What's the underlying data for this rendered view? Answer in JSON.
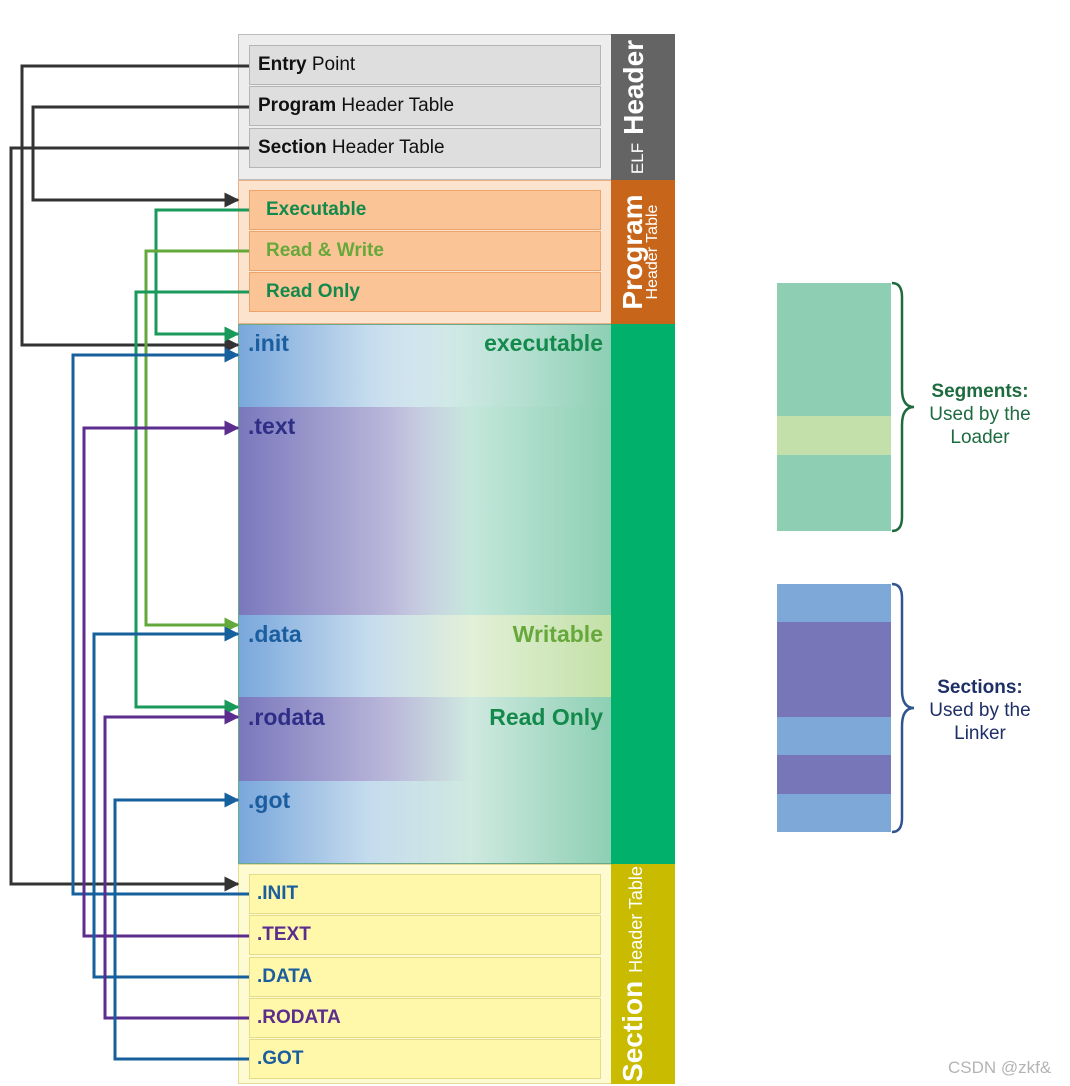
{
  "elf_header": {
    "side_small": "ELF",
    "side_big": "Header",
    "rows": [
      {
        "bold": "Entry",
        "rest": " Point"
      },
      {
        "bold": "Program",
        "rest": " Header Table"
      },
      {
        "bold": "Section",
        "rest": " Header Table"
      }
    ]
  },
  "program_header": {
    "side_big": "Program",
    "side_small": "Header Table",
    "rows": [
      {
        "label": "Executable",
        "color": "#138a4c"
      },
      {
        "label": "Read & Write",
        "color": "#67a83a"
      },
      {
        "label": "Read Only",
        "color": "#138a4c"
      }
    ]
  },
  "sections": {
    "init": ".init",
    "text": ".text",
    "data": ".data",
    "rodata": ".rodata",
    "got": ".got",
    "perm_executable": "executable",
    "perm_writable": "Writable",
    "perm_readonly": "Read Only"
  },
  "section_header": {
    "side_big": "Section",
    "side_small": "Header Table",
    "rows": [
      {
        "label": ".INIT",
        "color": "#1b5ea0"
      },
      {
        "label": ".TEXT",
        "color": "#5b2d8e"
      },
      {
        "label": ".DATA",
        "color": "#1b5ea0"
      },
      {
        "label": ".RODATA",
        "color": "#5b2d8e"
      },
      {
        "label": ".GOT",
        "color": "#1b5ea0"
      }
    ]
  },
  "legend": {
    "segments_title": "Segments:",
    "segments_line1": "Used by the",
    "segments_line2": "Loader",
    "sections_title": "Sections:",
    "sections_line1": "Used by the",
    "sections_line2": "Linker"
  },
  "colors": {
    "elf_bar": "#646464",
    "program_bar": "#c7651b",
    "segment_bar": "#00b06b",
    "section_bar": "#c9bb00",
    "dark_arrow": "#333333",
    "green_arrow": "#1a9a5a",
    "lightgreen_arrow": "#62a83a",
    "blue_arrow": "#17609e",
    "purple_arrow": "#5b2d8e"
  },
  "watermark": "CSDN @zkf&"
}
